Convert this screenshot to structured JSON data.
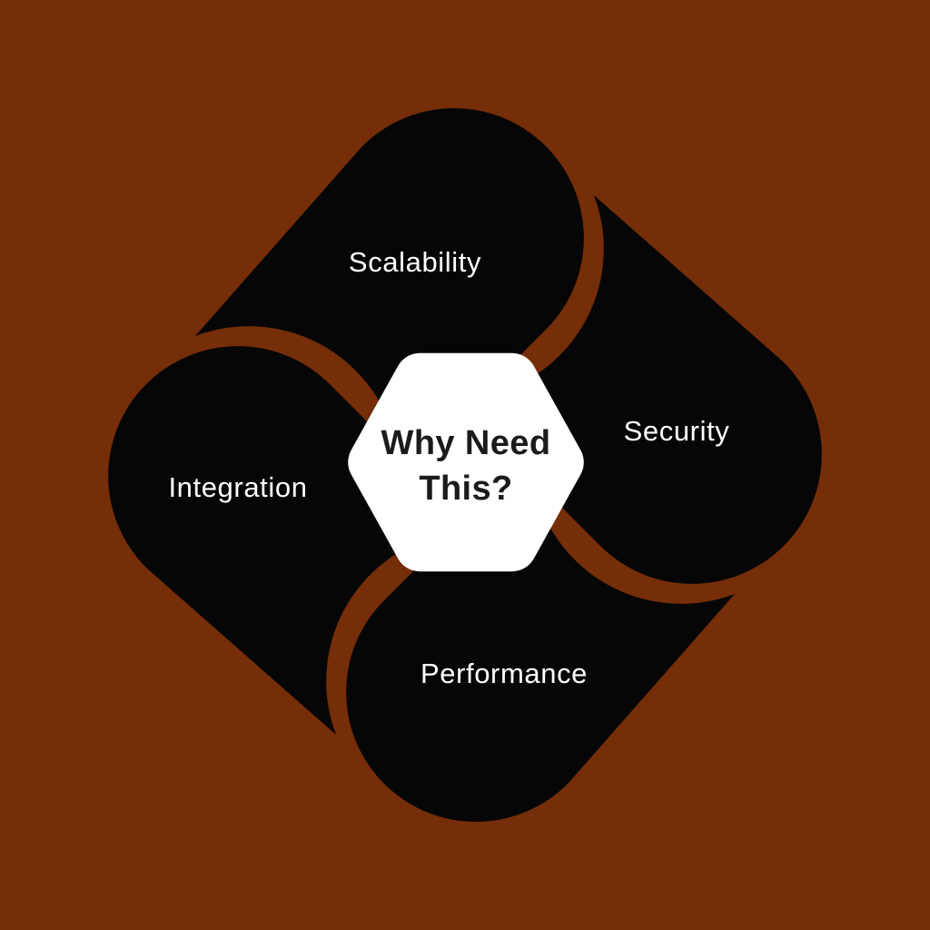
{
  "diagram": {
    "center": {
      "title_line1": "Why Need",
      "title_line2": "This?"
    },
    "petals": [
      {
        "id": "scalability",
        "label": "Scalability",
        "position": "top",
        "color_key": "petal_dark"
      },
      {
        "id": "security",
        "label": "Security",
        "position": "right",
        "color_key": "petal_orange"
      },
      {
        "id": "performance",
        "label": "Performance",
        "position": "bottom",
        "color_key": "petal_dark"
      },
      {
        "id": "integration",
        "label": "Integration",
        "position": "left",
        "color_key": "petal_orange"
      }
    ],
    "colors": {
      "background": "#752E08",
      "petal_dark": "#060606",
      "petal_orange": "#F15C0E",
      "center_fill": "#FFFFFF",
      "title_color": "#1B1B1B",
      "label_color": "#FFFFFF"
    }
  }
}
